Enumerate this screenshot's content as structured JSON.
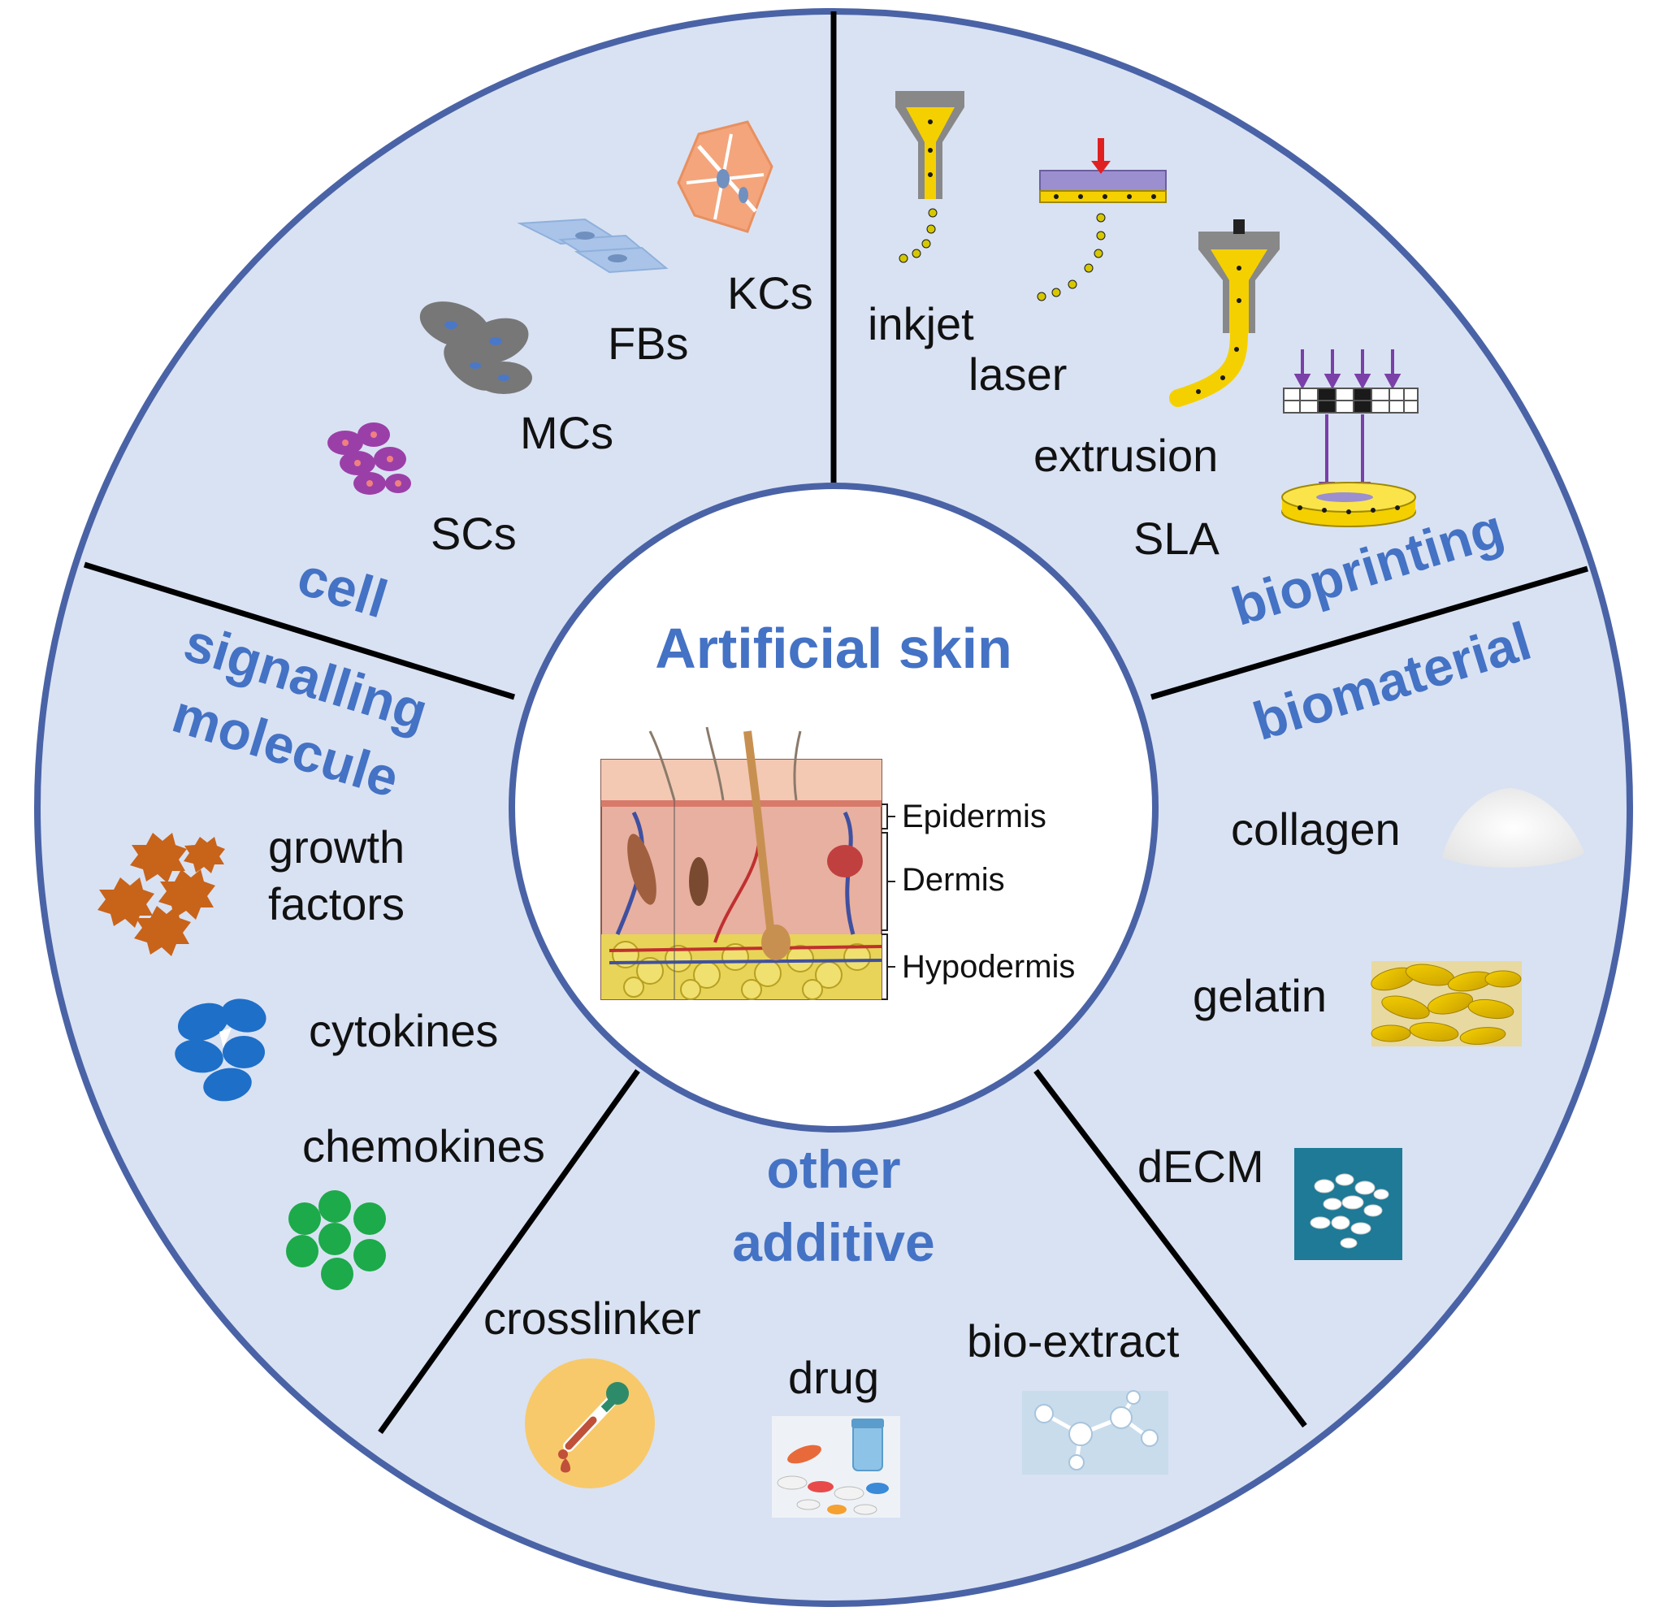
{
  "center": {
    "title": "Artificial skin",
    "skin_layers": [
      "Epidermis",
      "Dermis",
      "Hypodermis"
    ]
  },
  "categories": {
    "cell": {
      "label": "cell",
      "items": [
        "KCs",
        "FBs",
        "MCs",
        "SCs"
      ]
    },
    "bioprinting": {
      "label": "bioprinting",
      "items": [
        "inkjet",
        "laser",
        "extrusion",
        "SLA"
      ]
    },
    "biomaterial": {
      "label": "biomaterial",
      "items": [
        "collagen",
        "gelatin",
        "dECM"
      ]
    },
    "other_additive": {
      "label_line1": "other",
      "label_line2": "additive",
      "items": [
        "crosslinker",
        "drug",
        "bio-extract"
      ]
    },
    "signalling_molecule": {
      "label_line1": "signalling",
      "label_line2": "molecule",
      "items": [
        "growth",
        "factors",
        "cytokines",
        "chemokines"
      ]
    }
  },
  "colors": {
    "ring_fill": "#D9E2F3",
    "ring_stroke": "#4A63A6",
    "accent": "#4472C4",
    "divider": "#000000"
  }
}
